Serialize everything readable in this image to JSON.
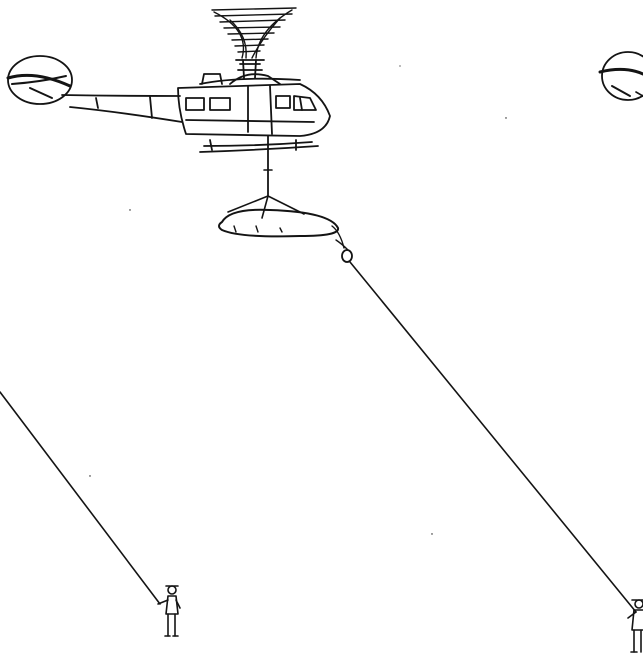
{
  "diagram": {
    "ink_color": "#141414",
    "paper_color": "#ffffff",
    "objects": [
      "helicopter",
      "water-bucket",
      "tag-line",
      "tag-line",
      "ground-crew-person",
      "ground-crew-person",
      "partial-helicopter-rotor"
    ]
  }
}
